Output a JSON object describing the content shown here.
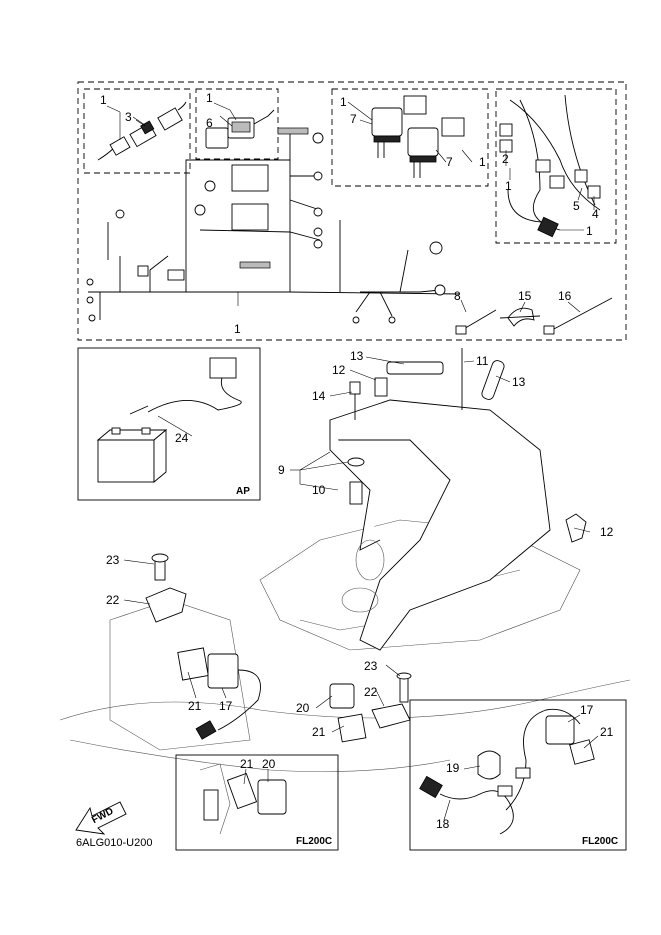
{
  "diagram": {
    "drawing_code": "6ALG010-U200",
    "fwd_label": "FWD",
    "insets": {
      "ap": "AP",
      "fl200c_left": "FL200C",
      "fl200c_right": "FL200C"
    },
    "callouts": [
      {
        "id": "c1a",
        "label": "1"
      },
      {
        "id": "c3",
        "label": "3"
      },
      {
        "id": "c1b",
        "label": "1"
      },
      {
        "id": "c6",
        "label": "6"
      },
      {
        "id": "c1c",
        "label": "1"
      },
      {
        "id": "c7a",
        "label": "7"
      },
      {
        "id": "c7b",
        "label": "7"
      },
      {
        "id": "c1d",
        "label": "1"
      },
      {
        "id": "c2",
        "label": "2"
      },
      {
        "id": "c1e",
        "label": "1"
      },
      {
        "id": "c5",
        "label": "5"
      },
      {
        "id": "c4",
        "label": "4"
      },
      {
        "id": "c1f",
        "label": "1"
      },
      {
        "id": "c1g",
        "label": "1"
      },
      {
        "id": "c8",
        "label": "8"
      },
      {
        "id": "c15",
        "label": "15"
      },
      {
        "id": "c16",
        "label": "16"
      },
      {
        "id": "c24",
        "label": "24"
      },
      {
        "id": "c13a",
        "label": "13"
      },
      {
        "id": "c11",
        "label": "11"
      },
      {
        "id": "c13b",
        "label": "13"
      },
      {
        "id": "c12a",
        "label": "12"
      },
      {
        "id": "c14",
        "label": "14"
      },
      {
        "id": "c9",
        "label": "9"
      },
      {
        "id": "c10",
        "label": "10"
      },
      {
        "id": "c12b",
        "label": "12"
      },
      {
        "id": "c23a",
        "label": "23"
      },
      {
        "id": "c22a",
        "label": "22"
      },
      {
        "id": "c21a",
        "label": "21"
      },
      {
        "id": "c17a",
        "label": "17"
      },
      {
        "id": "c23b",
        "label": "23"
      },
      {
        "id": "c22b",
        "label": "22"
      },
      {
        "id": "c20a",
        "label": "20"
      },
      {
        "id": "c21b",
        "label": "21"
      },
      {
        "id": "c21c",
        "label": "21"
      },
      {
        "id": "c20b",
        "label": "20"
      },
      {
        "id": "c17b",
        "label": "17"
      },
      {
        "id": "c21d",
        "label": "21"
      },
      {
        "id": "c19",
        "label": "19"
      },
      {
        "id": "c18",
        "label": "18"
      }
    ]
  }
}
